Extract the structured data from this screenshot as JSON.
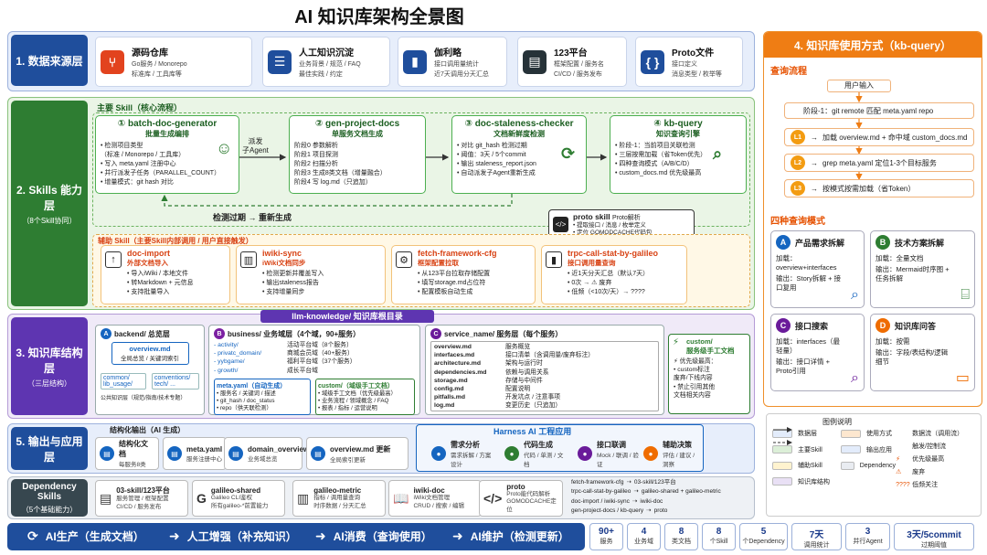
{
  "title": "AI 知识库架构全景图",
  "layers": {
    "l1": {
      "label": "1. 数据来源层"
    },
    "l2": {
      "label": "2. Skills 能力层",
      "sub": "（8个Skill协同）"
    },
    "l3": {
      "label": "3. 知识库结构层",
      "sub": "（三层结构）"
    },
    "l4": {
      "label": "4. 知识库使用方式（kb-query）"
    },
    "l5": {
      "label": "5. 输出与应用层"
    },
    "dep": {
      "label": "Dependency Skills",
      "sub": "（5个基础能力）"
    }
  },
  "sources": [
    {
      "title": "源码仓库",
      "desc1": "Go服务 / Monorepo",
      "desc2": "标准库 / 工具库等",
      "icon": "git-icon"
    },
    {
      "title": "人工知识沉淀",
      "desc1": "业务背景 / 规范 / FAQ",
      "desc2": "最佳实践 / 约定",
      "icon": "document-icon"
    },
    {
      "title": "伽利略",
      "desc1": "接口调用量统计",
      "desc2": "近7天调用分天汇总",
      "icon": "bar-chart-icon"
    },
    {
      "title": "123平台",
      "desc1": "框架配置 / 服务名",
      "desc2": "CI/CD / 服务发布",
      "icon": "server-icon"
    },
    {
      "title": "Proto文件",
      "desc1": "接口定义",
      "desc2": "消息类型 / 枚举等",
      "icon": "code-braces-icon"
    }
  ],
  "skills": {
    "main_title": "主要 Skill（核心流程）",
    "cards": [
      {
        "num": "①",
        "name": "batch-doc-generator",
        "sub": "批量生成编排",
        "items": [
          "• 检测项目类型",
          "（标准 / Monorepo / 工具库）",
          "• 写入 meta.yaml 注册中心",
          "• 并行派发子任务（PARALLEL_COUNT）",
          "• 增量模式：git hash 对比"
        ]
      },
      {
        "num": "②",
        "name": "gen-project-docs",
        "sub": "单服务文档生成",
        "items": [
          "阶段0  参数解析",
          "阶段1  项目探测",
          "阶段2  扫描分析",
          "阶段3  生成8类文档（增量融合）",
          "阶段4  写 log.md（只追加）"
        ]
      },
      {
        "num": "③",
        "name": "doc-staleness-checker",
        "sub": "文档新鲜度检测",
        "items": [
          "• 对比 git_hash 检测过期",
          "• 阈值：3天 / 5个commit",
          "• 输出 staleness_report.json",
          "• 自动派发子Agent重新生成"
        ]
      },
      {
        "num": "④",
        "name": "kb-query",
        "sub": "知识查询引擎",
        "items": [
          "• 阶段-1：当前项目关联检测",
          "• 三层按需加载（省Token优先）",
          "• 四种查询模式（A/B/C/D）",
          "• custom_docs.md 优先级最高"
        ]
      }
    ],
    "dispatch": "派发",
    "dispatch2": "子Agent",
    "recheck": "检测过期 → 重新生成",
    "proto": {
      "name": "proto skill",
      "tag": "Proto解析",
      "items": [
        "• 提取接口 / 消息 / 枚举定义",
        "• 定位 GOMODCACHE代码包"
      ]
    },
    "aux_title": "辅助 Skill（主要Skill内部调用 / 用户直接触发）",
    "aux": [
      {
        "name": "doc-import",
        "sub": "外部文档导入",
        "items": [
          "• 导入iWiki / 本地文件",
          "• 转Markdown + 元信息",
          "• 支持批量导入"
        ],
        "icon": "upload-icon"
      },
      {
        "name": "iwiki-sync",
        "sub": "iWiki文档同步",
        "items": [
          "• 检测更新并覆盖写入",
          "• 输出staleness报告",
          "• 支持增量同步"
        ],
        "icon": "book-icon"
      },
      {
        "name": "fetch-framework-cfg",
        "sub": "框架配置拉取",
        "items": [
          "• 从123平台拉取存储配置",
          "• 填写storage.md占位符",
          "• 配置模板自动生成"
        ],
        "icon": "gear-icon"
      },
      {
        "name": "trpc-call-stat-by-galileo",
        "sub": "接口调用量查询",
        "items": [
          "• 近1天分天汇总（默认7天）",
          "• 0次 → ⚠ 废弃",
          "• 低频（<10次/天）→ ????"
        ],
        "icon": "bars-icon"
      }
    ]
  },
  "kb": {
    "title": "llm-knowledge/ 知识库根目录",
    "a": {
      "tag": "A",
      "name": "backend/ 总览层",
      "file": "overview.md",
      "fdesc": "全局总览 / 关键词索引",
      "sub1": "common/",
      "sub1b": "lib_usage/",
      "sub2": "conventions/",
      "sub2b": "tech/ ...",
      "note": "公共知识层（规范/指南/技术专题）"
    },
    "b": {
      "tag": "B",
      "name": "business/ 业务域层（4个域，90+服务）",
      "rows": [
        [
          "- activity/",
          "活动平台域（8个服务）"
        ],
        [
          "- privatc_domain/",
          "商城会员域（40+服务）"
        ],
        [
          "- yybgame/",
          "福利平台域（37个服务）"
        ],
        [
          "- growth/",
          "成长平台域"
        ]
      ],
      "meta": {
        "name": "meta.yaml（自动生成）",
        "items": [
          "• 服务名 / 关键词 / 描述",
          "• git_hash / doc_status",
          "• repo（供天联检测）"
        ]
      },
      "custom": {
        "name": "custom/（域级手工文档）",
        "items": [
          "• 域级手工文档（优先级最高）",
          "• 业务流程 / 领域概念 / FAQ",
          "• 报表 / 指标 / 运营说明"
        ]
      }
    },
    "c": {
      "tag": "C",
      "name": "service_name/ 服务层（每个服务）",
      "files": [
        [
          "overview.md",
          "服务概览"
        ],
        [
          "interfaces.md",
          "接口清单（含调用量/废弃标注）"
        ],
        [
          "architecture.md",
          "架构与运行时"
        ],
        [
          "dependencies.md",
          "依赖与调用关系"
        ],
        [
          "storage.md",
          "存储与中间件"
        ],
        [
          "config.md",
          "配置说明"
        ],
        [
          "pitfalls.md",
          "开发坑点 / 注意事项"
        ],
        [
          "log.md",
          "变更历史（只追加）"
        ]
      ]
    },
    "custom": {
      "name": "custom/",
      "sub": "服务级手工文档",
      "items": [
        "⚡ 优先级最高：",
        "• custom标注",
        "废弃/下线内容",
        "• 禁止引用其他",
        "文档相关内容"
      ]
    }
  },
  "usage": {
    "flow_title": "查询流程",
    "start": "用户输入",
    "stage": "阶段-1：git remote 匹配 meta.yaml repo",
    "steps": [
      {
        "tag": "L1",
        "text": "加载 overview.md + 命中域 custom_docs.md"
      },
      {
        "tag": "L2",
        "text": "grep meta.yaml 定位1-3个目标服务"
      },
      {
        "tag": "L3",
        "text": "按模式按需加载（省Token）"
      }
    ],
    "modes_title": "四种查询模式",
    "modes": [
      {
        "tag": "A",
        "name": "产品需求拆解",
        "load": "加载：overview+interfaces",
        "out": "输出：Story拆解 + 接口复用",
        "color": "#1565c0"
      },
      {
        "tag": "B",
        "name": "技术方案拆解",
        "load": "加载：全量文档",
        "out": "输出：Mermaid时序图 + 任务拆解",
        "color": "#2e7d32"
      },
      {
        "tag": "C",
        "name": "接口搜索",
        "load": "加载：interfaces（最轻量）",
        "out": "输出：接口详情 + Proto引用",
        "color": "#6a1b9a"
      },
      {
        "tag": "D",
        "name": "知识库问答",
        "load": "加载：按需",
        "out": "输出：字段/表结构/逻辑细节",
        "color": "#ef6c00"
      }
    ]
  },
  "legend": {
    "title": "图例说明",
    "items": [
      [
        "数据层",
        "#e3ecfb"
      ],
      [
        "使用方式",
        "#fde7cf"
      ],
      [
        "主要Skill",
        "#dcefd8"
      ],
      [
        "输出应用",
        "#e3ecfb"
      ],
      [
        "辅助Skill",
        "#fff3cf"
      ],
      [
        "Dependency",
        "#e9ecf1"
      ],
      [
        "知识库结构",
        "#e9e0f5"
      ]
    ],
    "arrows": [
      "数据流（调用流）",
      "触发/控制流",
      "优先级最高",
      "废弃",
      "低频关注"
    ],
    "q": "????"
  },
  "output": {
    "title": "结构化输出（AI 生成）",
    "items": [
      {
        "t": "结构化文档",
        "d": "每服务8类"
      },
      {
        "t": "meta.yaml",
        "d": "服务注册中心"
      },
      {
        "t": "domain_overview",
        "d": "业务域总览"
      },
      {
        "t": "overview.md 更新",
        "d": "全局索引更新"
      }
    ],
    "harness_title": "Harness AI 工程应用",
    "harness": [
      {
        "t": "需求分析",
        "d": "需求拆解 / 方案设计"
      },
      {
        "t": "代码生成",
        "d": "代码 / 单测 / 文档"
      },
      {
        "t": "接口联调",
        "d": "Mock / 联调 / 验证"
      },
      {
        "t": "辅助决策",
        "d": "评估 / 建议 / 洞察"
      }
    ]
  },
  "deps": [
    {
      "t": "03-skill/123平台",
      "d1": "服务管理 / 框架配置",
      "d2": "CI/CD / 服务发布"
    },
    {
      "t": "galileo-shared",
      "d1": "Galileo CLI鉴权",
      "d2": "所有galileo-*前置能力"
    },
    {
      "t": "galileo-metric",
      "d1": "指标 / 调用量查询",
      "d2": "时序数据 / 分天汇总"
    },
    {
      "t": "iwiki-doc",
      "d1": "iWiki文档管理",
      "d2": "CRUD / 搜索 / 编辑"
    },
    {
      "t": "proto",
      "d1": "Proto能代码解析",
      "d2": "GOMODCACHE定位"
    }
  ],
  "deprel": [
    [
      "fetch-framework-cfg",
      "03-skill/123平台"
    ],
    [
      "trpc-call-stat-by-galileo",
      "galileo-shared + galileo-metric"
    ],
    [
      "doc-import / iwiki-sync",
      "iwiki-doc"
    ],
    [
      "gen-project-docs / kb-query",
      "proto"
    ]
  ],
  "footer": {
    "steps": [
      "AI生产（生成文档）",
      "人工增强（补充知识）",
      "AI消费（查询使用）",
      "AI维护（检测更新）"
    ],
    "stats": [
      [
        "90+",
        "服务"
      ],
      [
        "4",
        "业务域"
      ],
      [
        "8",
        "类文档"
      ],
      [
        "8",
        "个Skill"
      ],
      [
        "5",
        "个Dependency"
      ],
      [
        "7天",
        "调用统计"
      ],
      [
        "3",
        "并行Agent"
      ],
      [
        "3天/5commit",
        "过期阈值"
      ]
    ]
  }
}
